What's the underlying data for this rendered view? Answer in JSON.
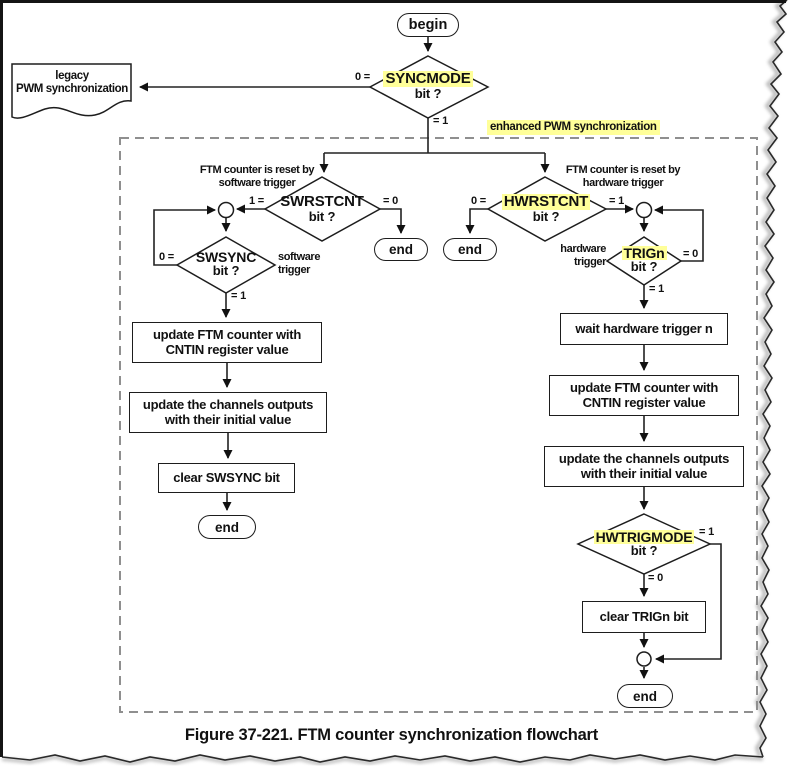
{
  "figure": {
    "caption": "Figure 37-221. FTM counter synchronization flowchart"
  },
  "colors": {
    "highlight": "#ffff99",
    "line": "#222222",
    "dashed_border": "#8f8f8f"
  },
  "nodes": {
    "begin": "begin",
    "end": "end",
    "syncmode": {
      "keyword": "SYNCMODE",
      "line2": "bit ?"
    },
    "swrstcnt": {
      "keyword": "SWRSTCNT",
      "line2": "bit ?"
    },
    "hwrstcnt": {
      "keyword": "HWRSTCNT",
      "line2": "bit ?"
    },
    "swsync": {
      "keyword": "SWSYNC",
      "line2": "bit ?"
    },
    "trign": {
      "keyword": "TRIGn",
      "line2": "bit ?"
    },
    "hwtrigmode": {
      "keyword": "HWTRIGMODE",
      "line2": "bit ?"
    },
    "legacy": {
      "line1": "legacy",
      "line2": "PWM synchronization"
    },
    "enhanced_label": "enhanced PWM synchronization",
    "sw_note": {
      "line1": "FTM counter is reset by",
      "line2": "software trigger"
    },
    "hw_note": {
      "line1": "FTM counter is reset by",
      "line2": "hardware trigger"
    },
    "software_trigger": {
      "line1": "software",
      "line2": "trigger"
    },
    "hardware_trigger": {
      "line1": "hardware",
      "line2": "trigger"
    },
    "update_cntin": {
      "line1": "update FTM counter with",
      "line2": "CNTIN register value"
    },
    "update_channels": {
      "line1": "update the channels outputs",
      "line2": "with their initial value"
    },
    "clear_swsync": "clear SWSYNC bit",
    "wait_hw": "wait hardware trigger n",
    "clear_trign": "clear TRIGn bit"
  },
  "edge_labels": {
    "syncmode_0": "0 =",
    "syncmode_1": "= 1",
    "swrstcnt_1": "1 =",
    "swrstcnt_0": "= 0",
    "swsync_0": "0 =",
    "swsync_1": "= 1",
    "hwrstcnt_0": "0 =",
    "hwrstcnt_1": "= 1",
    "trign_0": "= 0",
    "trign_1": "= 1",
    "hwtrigmode_1": "= 1",
    "hwtrigmode_0": "= 0"
  }
}
